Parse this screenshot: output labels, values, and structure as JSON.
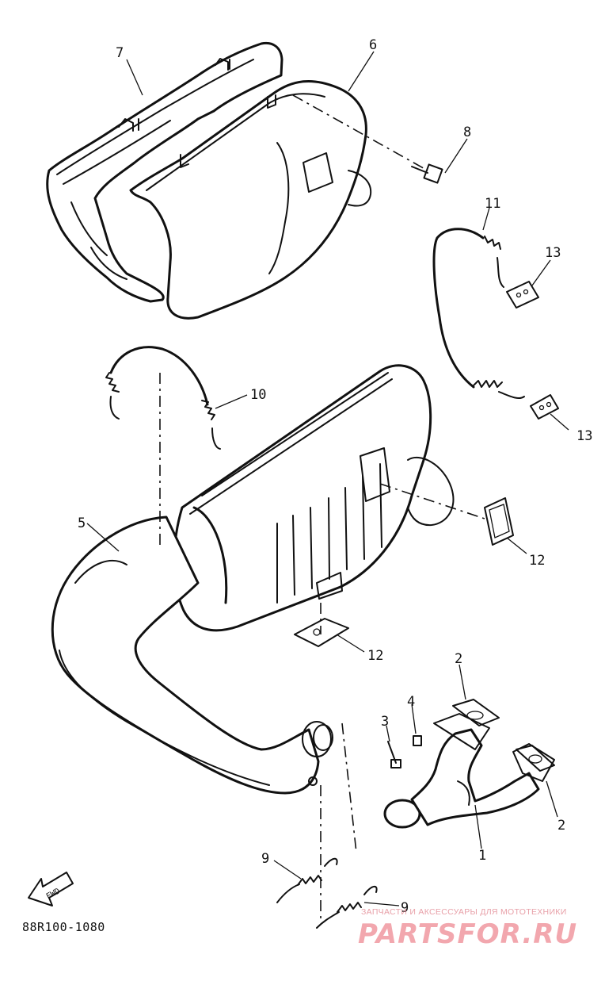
{
  "callouts": {
    "c1": "1",
    "c2a": "2",
    "c2b": "2",
    "c3": "3",
    "c4": "4",
    "c5": "5",
    "c6": "6",
    "c7": "7",
    "c8": "8",
    "c9a": "9",
    "c9b": "9",
    "c10": "10",
    "c11": "11",
    "c12a": "12",
    "c12b": "12",
    "c13a": "13",
    "c13b": "13"
  },
  "front_arrow_label": "FWD",
  "diagram_code": "88R100-1080",
  "watermark": {
    "caption": "ЗАПЧАСТИ И АКСЕССУАРЫ ДЛЯ МОТОТЕХНИКИ",
    "logo": "PARTSFOR.RU",
    "color": "#f2a7ae"
  },
  "colors": {
    "ink": "#111111",
    "paper": "#ffffff"
  }
}
